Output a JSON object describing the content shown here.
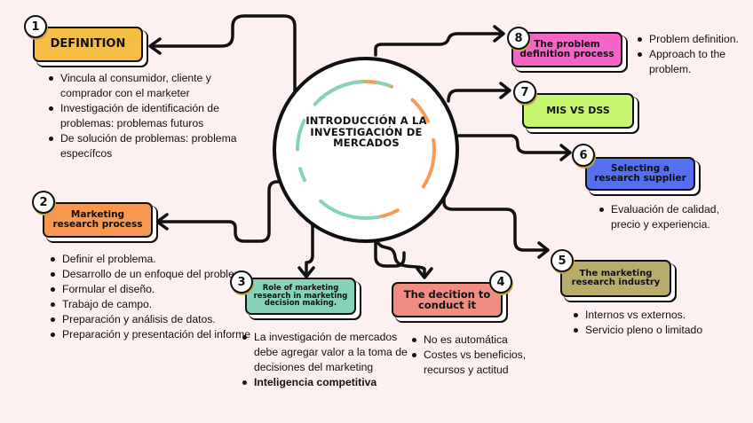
{
  "hub": {
    "title_lines": [
      "INTRODUCCIÓN A LA",
      "INVESTIGACIÓN DE",
      "MERCADOS"
    ],
    "accent_orange": "#f79a55",
    "accent_teal": "#86d3b8"
  },
  "nodes": [
    {
      "number": "1",
      "title": "DEFINITION",
      "color": "#f6bd45",
      "bullets": [
        "Vincula al consumidor, cliente y comprador con el marketer",
        "Investigación de identificación de problemas: problemas futuros",
        "De solución de problemas: problema específcos"
      ]
    },
    {
      "number": "2",
      "title": "Marketing research process",
      "color": "#f7984e",
      "bullets": [
        "Definir el problema.",
        "Desarrollo de un enfoque del problema.",
        "Formular el diseño.",
        "Trabajo de campo.",
        "Preparación y análisis de datos.",
        "Preparación y presentación del informe"
      ]
    },
    {
      "number": "3",
      "title": "Role of marketing research in marketing decision making.",
      "color": "#86d3b8",
      "bullets": [
        "La investigación de mercados debe agregar valor a la toma de decisiones del marketing",
        "Inteligencia competitiva"
      ]
    },
    {
      "number": "4",
      "title": "The decition to conduct it",
      "color": "#ef8e80",
      "bullets": [
        "No es automática",
        "Costes vs beneficios, recursos y actitud"
      ]
    },
    {
      "number": "5",
      "title": "The marketing research industry",
      "color": "#b8ac6b",
      "bullets": [
        "Internos vs externos.",
        "Servicio pleno o limitado"
      ]
    },
    {
      "number": "6",
      "title": "Selecting a research supplier",
      "color": "#5470f0",
      "bullets": [
        "Evaluación de calidad, precio y experiencia."
      ]
    },
    {
      "number": "7",
      "title": "MIS VS DSS",
      "color": "#c6f56e",
      "bullets": []
    },
    {
      "number": "8",
      "title": "The problem definition process",
      "color": "#f565c8",
      "bullets": [
        "Problem definition.",
        "Approach to the problem."
      ]
    }
  ]
}
